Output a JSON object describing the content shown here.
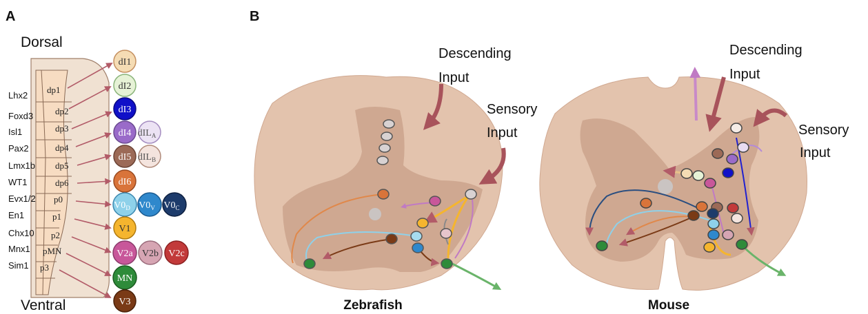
{
  "panel_a": {
    "letter": "A",
    "dorsal": "Dorsal",
    "ventral": "Ventral",
    "markers": [
      "Lhx2",
      "Foxd3",
      "Isl1",
      "Pax2",
      "Lmx1b",
      "WT1",
      "Evx1/2",
      "En1",
      "Chx10",
      "Mnx1",
      "Sim1"
    ],
    "domains": [
      "dp1",
      "dp2",
      "dp3",
      "dp4",
      "dp5",
      "dp6",
      "p0",
      "p1",
      "p2",
      "pMN",
      "p3"
    ],
    "neurons": {
      "dI1": "dI1",
      "dI2": "dI2",
      "dI3": "dI3",
      "dI4": "dI4",
      "dILa": "dIL",
      "dILa_sub": "A",
      "dI5": "dI5",
      "dILb": "dIL",
      "dILb_sub": "B",
      "dI6": "dI6",
      "V0d": "V0",
      "V0d_sub": "D",
      "V0v": "V0",
      "V0v_sub": "V",
      "V0c": "V0",
      "V0c_sub": "C",
      "V1": "V1",
      "V2a": "V2a",
      "V2b": "V2b",
      "V2c": "V2c",
      "MN": "MN",
      "V3": "V3"
    }
  },
  "panel_b": {
    "letter": "B",
    "zebrafish": {
      "title": "Zebrafish",
      "descending_1": "Descending",
      "descending_2": "Input",
      "sensory_1": "Sensory",
      "sensory_2": "Input"
    },
    "mouse": {
      "title": "Mouse",
      "descending_1": "Descending",
      "descending_2": "Input",
      "sensory_1": "Sensory",
      "sensory_2": "Input"
    }
  },
  "colors": {
    "tissue": "#e3c3ad",
    "gray_matter": "#c9a189",
    "domain_fill": "#f7dcc2",
    "input_arrow": "#a8535b",
    "dI1": "#f5dcb4",
    "dI2": "#e6f2d6",
    "dI3": "#1010c8",
    "dI4": "#9a6bc9",
    "dI5": "#9c6a57",
    "dI6": "#d9743a",
    "V0d": "#8ed1ea",
    "V0v": "#2f88cc",
    "V0c": "#1d3b6b",
    "V1": "#f5b52e",
    "V2a": "#c8579a",
    "V2b": "#d6a5b3",
    "V2c": "#c23a3a",
    "MN": "#2e8b3a",
    "V3": "#7a3a16"
  }
}
